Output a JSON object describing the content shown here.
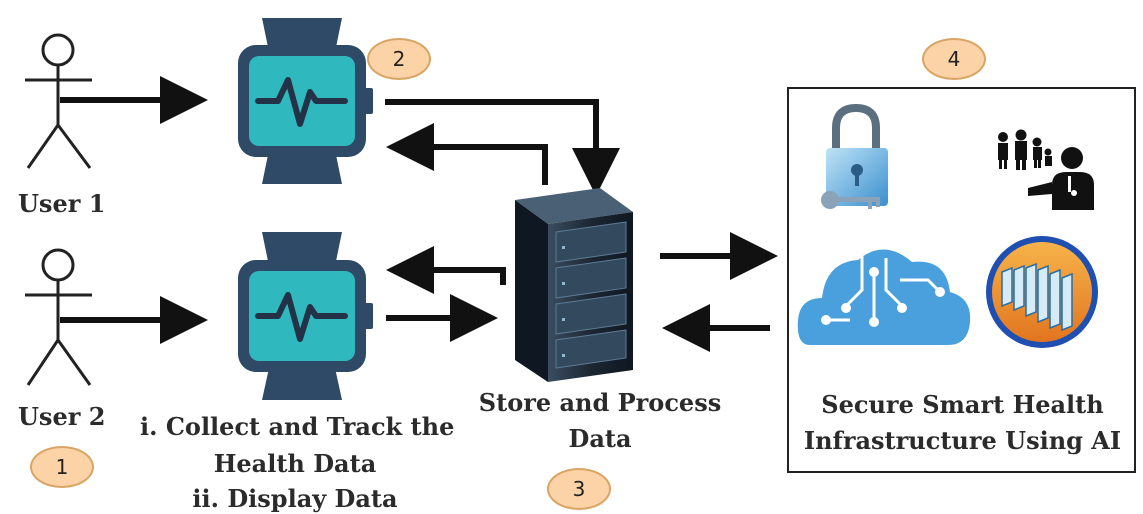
{
  "labels": {
    "user1": "User 1",
    "user2": "User 2",
    "device_lines": [
      "i. Collect and Track the",
      "Health Data",
      "ii. Display Data"
    ],
    "server_lines": [
      "Store and Process",
      "Data"
    ],
    "infra_lines": [
      "Secure Smart Health",
      "Infrastructure Using AI"
    ]
  },
  "badges": [
    "1",
    "2",
    "3",
    "4"
  ],
  "colors": {
    "watch_frame": "#2f4a66",
    "watch_screen": "#2fb8bd",
    "arrow": "#111111",
    "badge_fill": "#fbd3a6",
    "badge_border": "#d9a464",
    "cloud": "#4aa0dc",
    "server_body": "#1e2a36"
  },
  "icons": [
    "person-icon",
    "smartwatch-icon",
    "server-rack-icon",
    "padlock-key-icon",
    "doctor-family-icon",
    "ai-cloud-icon",
    "server-globe-icon"
  ]
}
